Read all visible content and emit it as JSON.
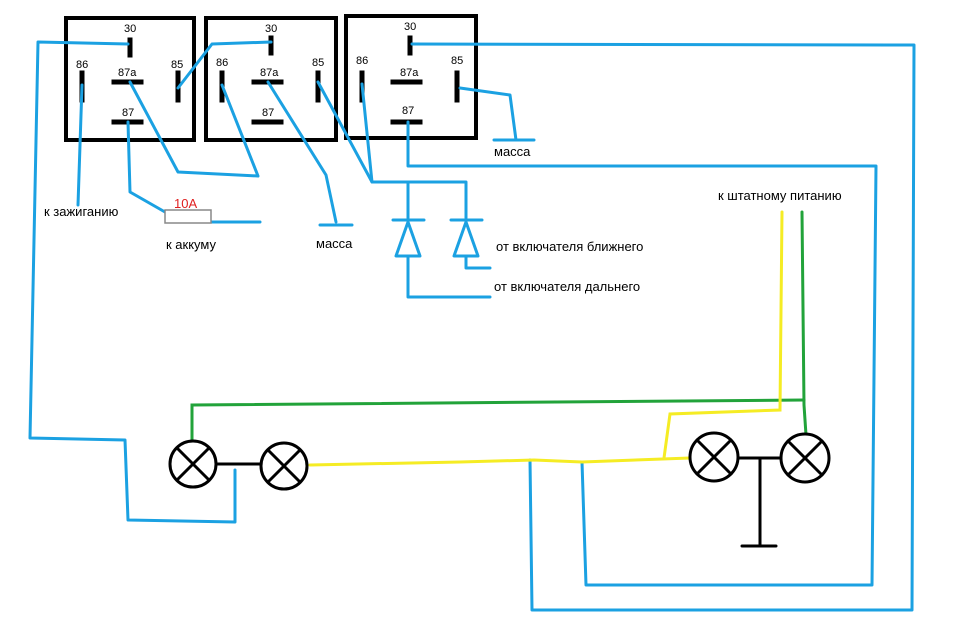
{
  "relays": [
    {
      "pins": {
        "p30": "30",
        "p87a": "87a",
        "p85": "85",
        "p86": "86",
        "p87": "87"
      }
    },
    {
      "pins": {
        "p30": "30",
        "p87a": "87a",
        "p85": "85",
        "p86": "86",
        "p87": "87"
      }
    },
    {
      "pins": {
        "p30": "30",
        "p87a": "87a",
        "p85": "85",
        "p86": "86",
        "p87": "87"
      }
    }
  ],
  "labels": {
    "ignition": "к зажиганию",
    "fuse_rating": "10A",
    "to_battery": "к аккуму",
    "ground_1": "масса",
    "ground_2": "масса",
    "low_beam_switch": "от включателя ближнего",
    "high_beam_switch": "от включателя дальнего",
    "stock_power": "к штатному питанию"
  },
  "colors": {
    "wire_blue": "#1ba1e2",
    "wire_green": "#22a33a",
    "wire_yellow": "#f5ec24",
    "wire_black": "#000000",
    "fuse_label": "#e02020"
  }
}
